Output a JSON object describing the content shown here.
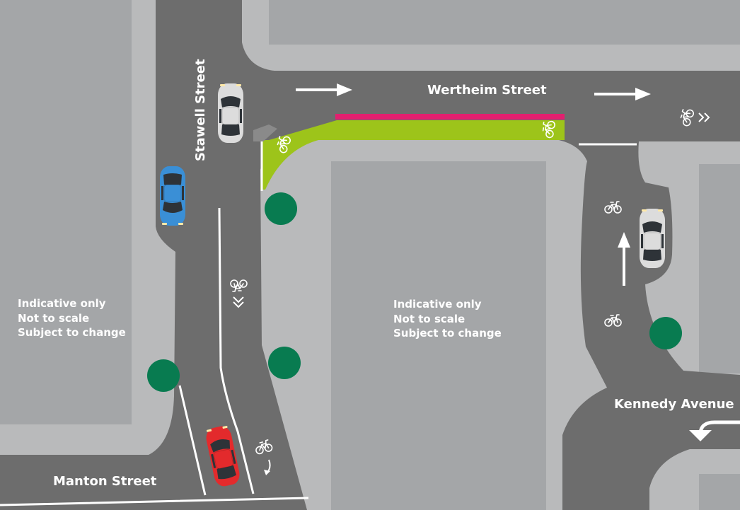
{
  "streets": {
    "stawell": "Stawell Street",
    "wertheim": "Wertheim Street",
    "kennedy": "Kennedy Avenue",
    "manton": "Manton Street"
  },
  "notes_left": [
    "Indicative only",
    "Not to scale",
    "Subject to change"
  ],
  "notes_center": [
    "Indicative only",
    "Not to scale",
    "Subject to change"
  ],
  "colors": {
    "background": "#b9babb",
    "block": "#a4a6a8",
    "road": "#6d6d6d",
    "bike_lane": "#9dc41a",
    "no_stopping_line": "#e2206f",
    "tree": "#087b50",
    "car_blue": "#3a8fd6",
    "car_red": "#e32a2c",
    "car_white": "#dcdcdc",
    "marking": "#ffffff"
  },
  "icons": {
    "bicycle": "bicycle-icon",
    "sharrow": "double-chevron-icon",
    "arrow": "arrow-icon",
    "tree": "tree-icon",
    "car": "car-icon"
  }
}
